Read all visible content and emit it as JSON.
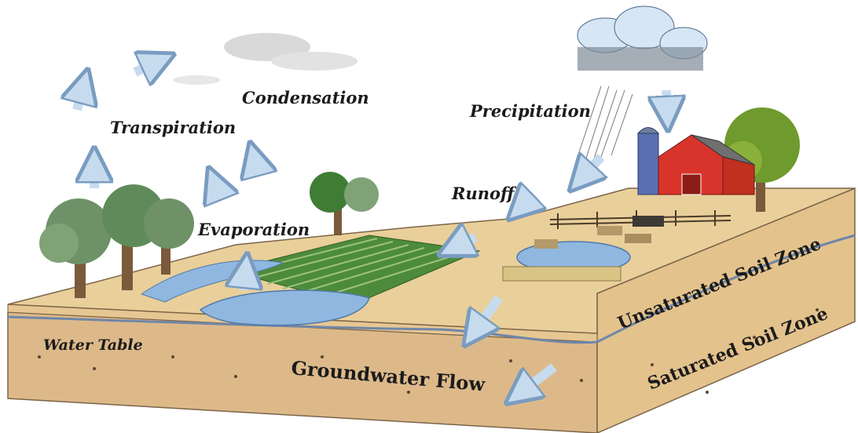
{
  "labels": {
    "condensation": "Condensation",
    "transpiration": "Transpiration",
    "precipitation": "Precipitation",
    "runoff": "Runoff",
    "evaporation": "Evaporation",
    "water_table": "Water Table",
    "groundwater_flow": "Groundwater Flow",
    "unsaturated_soil_zone": "Unsaturated Soil Zone",
    "saturated_soil_zone": "Saturated Soil Zone"
  },
  "colors": {
    "soil_top": "#e9cf9a",
    "soil_side": "#e3c28c",
    "saturated": "#ddb98a",
    "water": "#8fb7e0",
    "arrow_fill": "#c7dbef",
    "arrow_stroke": "#7a9cc0",
    "tree": "#5f8b5a",
    "barn": "#d9342b",
    "silo": "#5a6fb0",
    "field": "#4d8b3c"
  }
}
